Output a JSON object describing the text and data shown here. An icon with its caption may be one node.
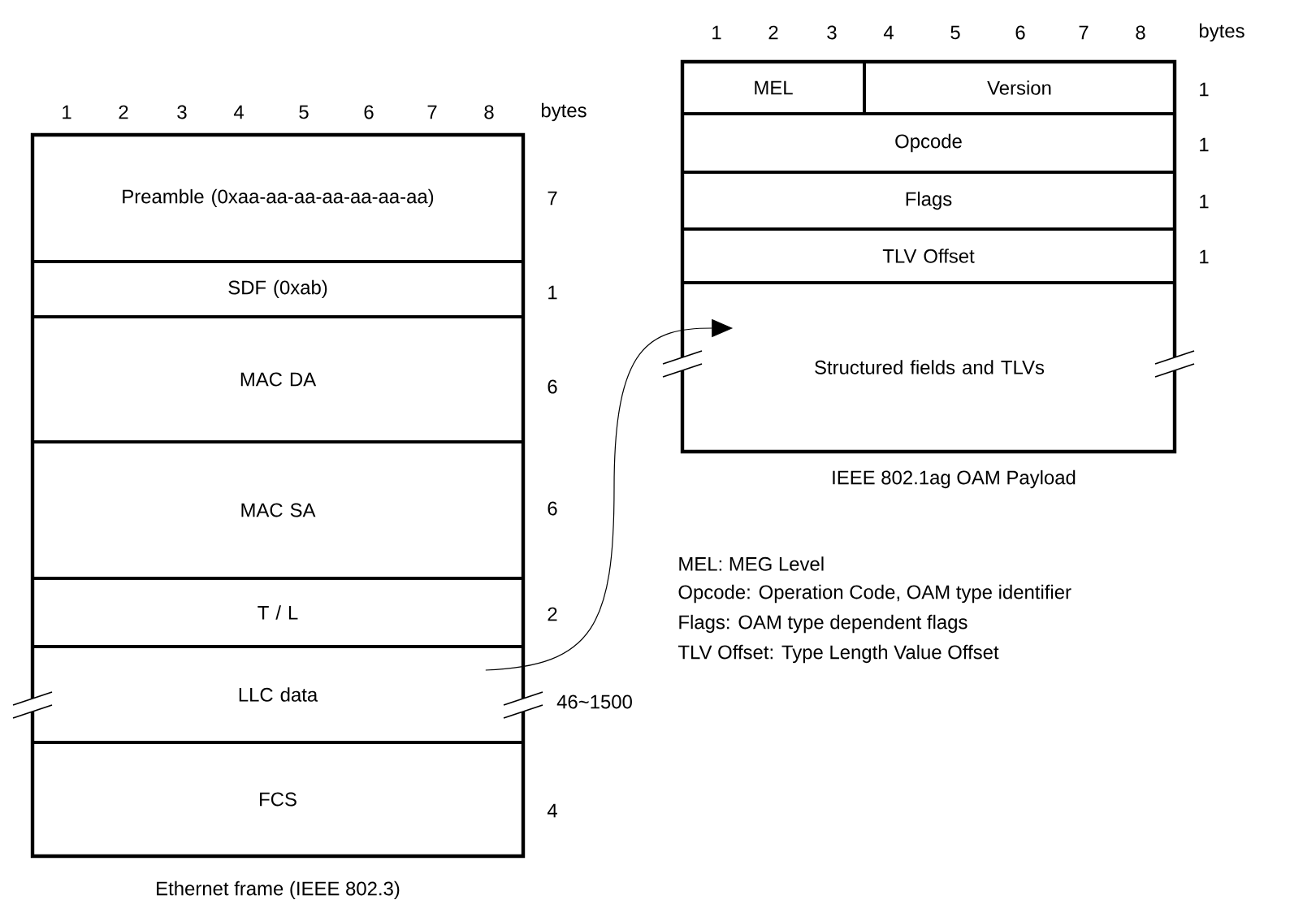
{
  "diagram": {
    "nodes": [
      {
        "text": [
          "Ethernet frame (IEEE 802.3)"
        ]
      },
      {
        "text": [
          "Preamble (0xaa-aa-aa-aa-aa-aa-aa)"
        ],
        "in": 0,
        "beside": [
          "7"
        ]
      },
      {
        "text": [
          "SDF (0xab)"
        ],
        "in": 0,
        "beside": [
          "1"
        ]
      },
      {
        "text": [
          "MAC DA"
        ],
        "in": 0,
        "beside": [
          "6"
        ]
      },
      {
        "text": [
          "MAC SA"
        ],
        "in": 0,
        "beside": [
          "6"
        ]
      },
      {
        "text": [
          "T / L"
        ],
        "in": 0,
        "beside": [
          "2"
        ]
      },
      {
        "text": [
          "LLC data"
        ],
        "in": 0,
        "beside": [
          "46~1500"
        ]
      },
      {
        "text": [
          "FCS"
        ],
        "in": 0,
        "beside": [
          "4"
        ]
      },
      {
        "text": [
          "IEEE 802.1ag OAM Payload"
        ]
      },
      {
        "text": [
          "MEL"
        ],
        "in": 8
      },
      {
        "text": [
          "Version"
        ],
        "in": 8,
        "beside": [
          "1"
        ]
      },
      {
        "text": [
          "Opcode"
        ],
        "in": 8,
        "beside": [
          "1"
        ]
      },
      {
        "text": [
          "Flags"
        ],
        "in": 8,
        "beside": [
          "1"
        ]
      },
      {
        "text": [
          "TLV Offset"
        ],
        "in": 8,
        "beside": [
          "1"
        ]
      },
      {
        "text": [
          "Structured fields and TLVs"
        ],
        "in": 8
      }
    ],
    "edges": [
      {
        "from": 6,
        "to": 14,
        "arrow": "to"
      }
    ],
    "labels": [
      "1",
      "2",
      "3",
      "4",
      "5",
      "6",
      "7",
      "8",
      "bytes",
      "1",
      "2",
      "3",
      "4",
      "5",
      "6",
      "7",
      "8",
      "bytes",
      "MEL: MEG Level",
      "Opcode: Operation Code, OAM type identifier",
      "Flags: OAM type dependent flags",
      "TLV Offset: Type Length Value Offset"
    ]
  }
}
